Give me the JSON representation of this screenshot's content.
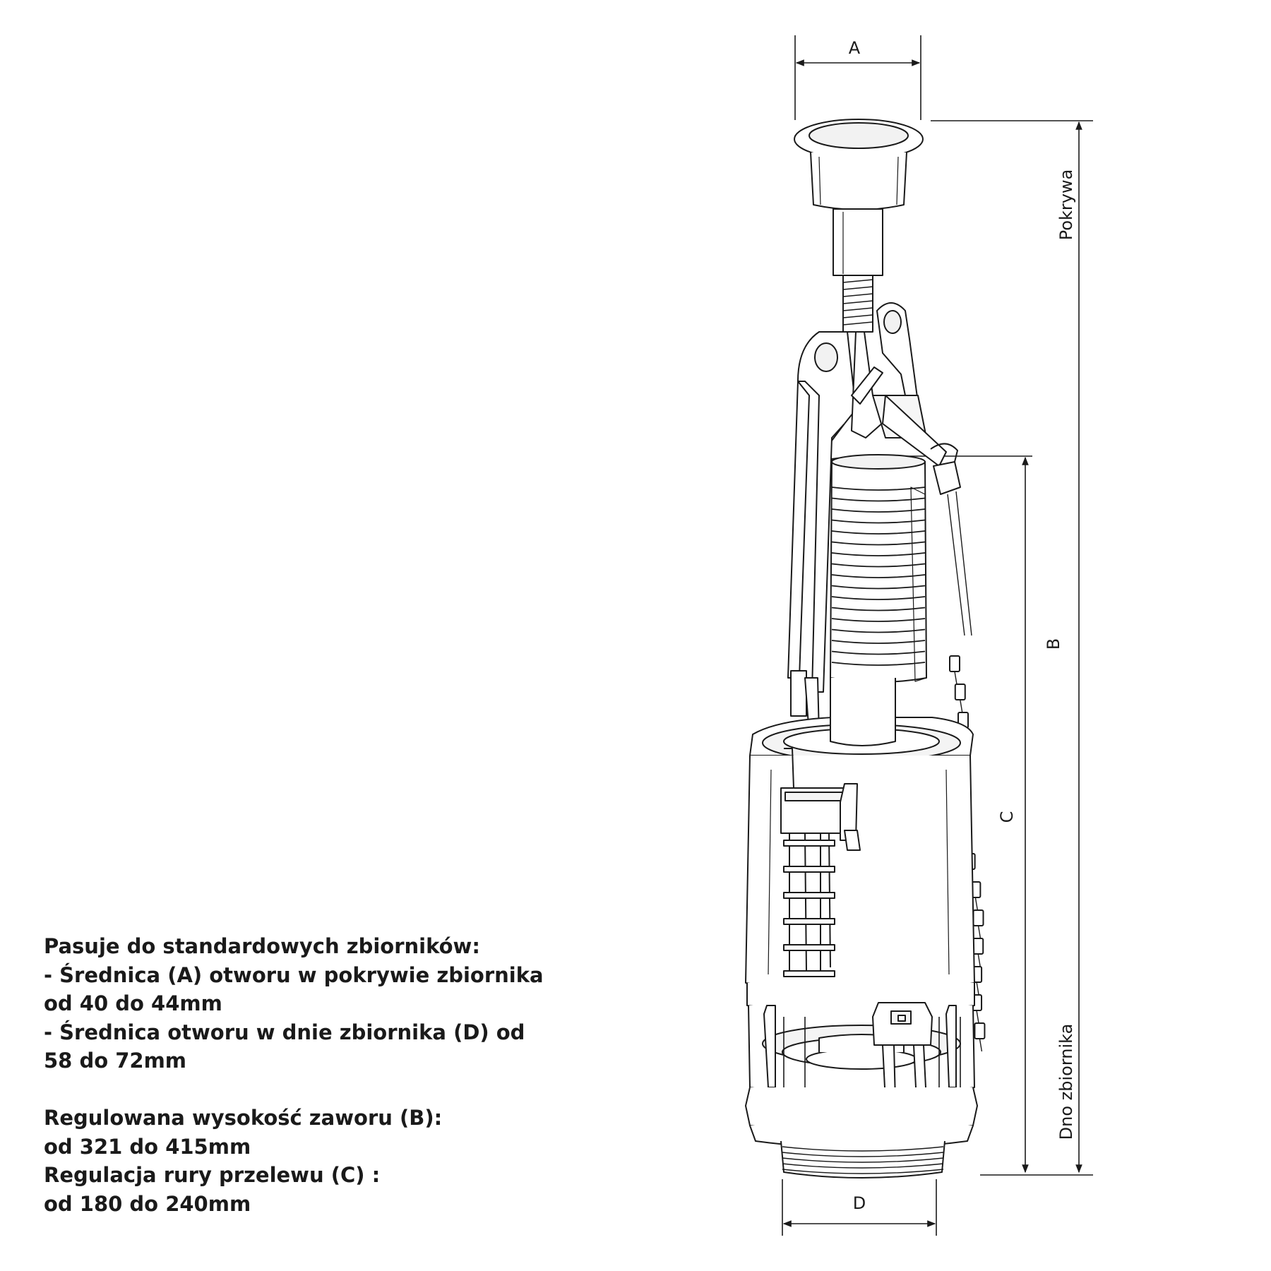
{
  "dimensions": {
    "a": "A",
    "b": "B",
    "c": "C",
    "d": "D",
    "cover": "Pokrywa",
    "tank_bottom": "Dno zbiornika"
  },
  "specs": {
    "fit_heading": "Pasuje do standardowych zbiorników:",
    "hole_a_line1": "- Średnica (A) otworu w pokrywie zbiornika",
    "hole_a_line2": "od 40 do 44mm",
    "hole_d_line1": "- Średnica otworu w dnie zbiornika (D) od",
    "hole_d_line2": "58 do 72mm",
    "height_b_label": "Regulowana wysokość zaworu (B):",
    "height_b_range": "od 321 do 415mm",
    "overflow_c_label": "Regulacja rury przelewu (C) :",
    "overflow_c_range": "od 180 do 240mm"
  },
  "colors": {
    "line": "#1a1a1a",
    "thin": "#555555"
  }
}
